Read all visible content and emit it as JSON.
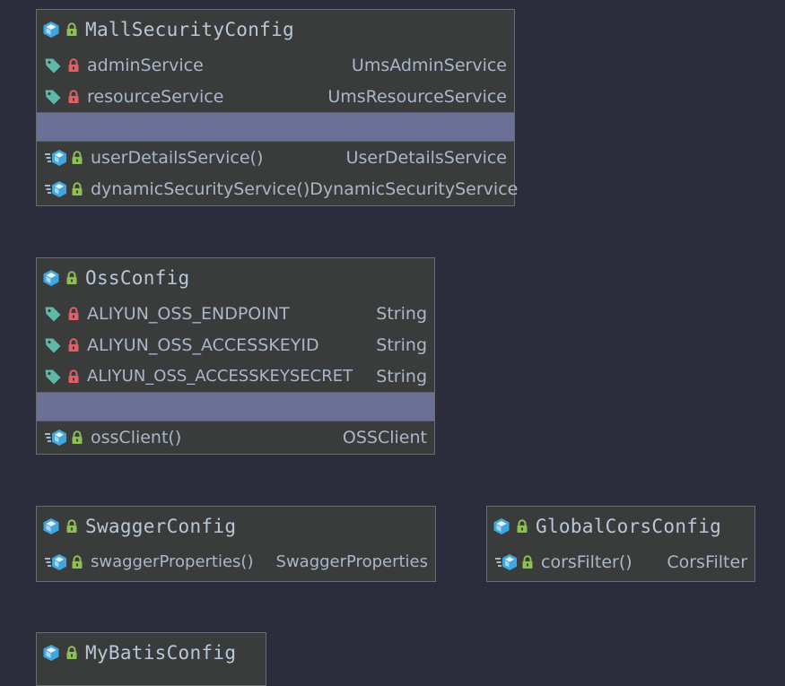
{
  "classes": [
    {
      "title": "MallSecurityConfig",
      "fields": [
        {
          "name": "adminService",
          "type": "UmsAdminService"
        },
        {
          "name": "resourceService",
          "type": "UmsResourceService"
        }
      ],
      "methods": [
        {
          "name": "userDetailsService()",
          "type": "UserDetailsService"
        },
        {
          "name": "dynamicSecurityService()",
          "type": "DynamicSecurityService"
        }
      ]
    },
    {
      "title": "OssConfig",
      "fields": [
        {
          "name": "ALIYUN_OSS_ENDPOINT",
          "type": "String"
        },
        {
          "name": "ALIYUN_OSS_ACCESSKEYID",
          "type": "String"
        },
        {
          "name": "ALIYUN_OSS_ACCESSKEYSECRET",
          "type": "String"
        }
      ],
      "methods": [
        {
          "name": "ossClient()",
          "type": "OSSClient"
        }
      ]
    },
    {
      "title": "SwaggerConfig",
      "methods": [
        {
          "name": "swaggerProperties()",
          "type": "SwaggerProperties"
        }
      ]
    },
    {
      "title": "GlobalCorsConfig",
      "methods": [
        {
          "name": "corsFilter()",
          "type": "CorsFilter"
        }
      ]
    },
    {
      "title": "MyBatisConfig"
    }
  ],
  "colors": {
    "background": "#2b2d3c",
    "box": "#3a3b3b",
    "separator": "#6b7196",
    "class_icon": "#3fa7e0",
    "field_tag": "#5fb8a8",
    "private_lock": "#e06068",
    "public_lock": "#8cc152"
  },
  "icons": {
    "class": "class-icon",
    "field": "field-tag-icon",
    "method": "method-icon",
    "private": "private-lock-icon",
    "public": "public-lock-icon"
  }
}
